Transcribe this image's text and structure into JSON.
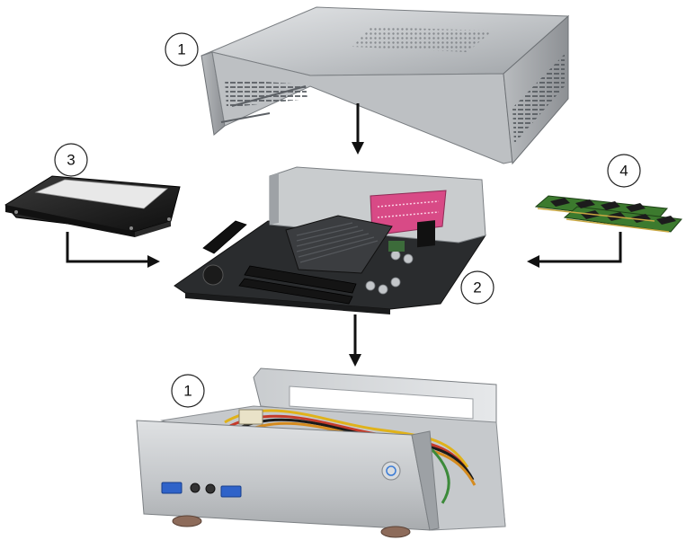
{
  "callouts": {
    "top_cover": "1",
    "motherboard": "2",
    "ssd": "3",
    "ram": "4",
    "chassis_base": "1"
  },
  "colors": {
    "metal_light": "#d6d8da",
    "metal_mid": "#aeb1b4",
    "metal_dark": "#7e8185",
    "pcb": "#2a2c2e",
    "heatsink": "#3b3d40",
    "ram_green": "#3c7a2e",
    "ram_chip": "#1c1c1c",
    "ssd_body": "#1e1e1e",
    "connector_pink": "#d84a86",
    "usb_blue": "#2f63c9",
    "arrow": "#111111"
  }
}
